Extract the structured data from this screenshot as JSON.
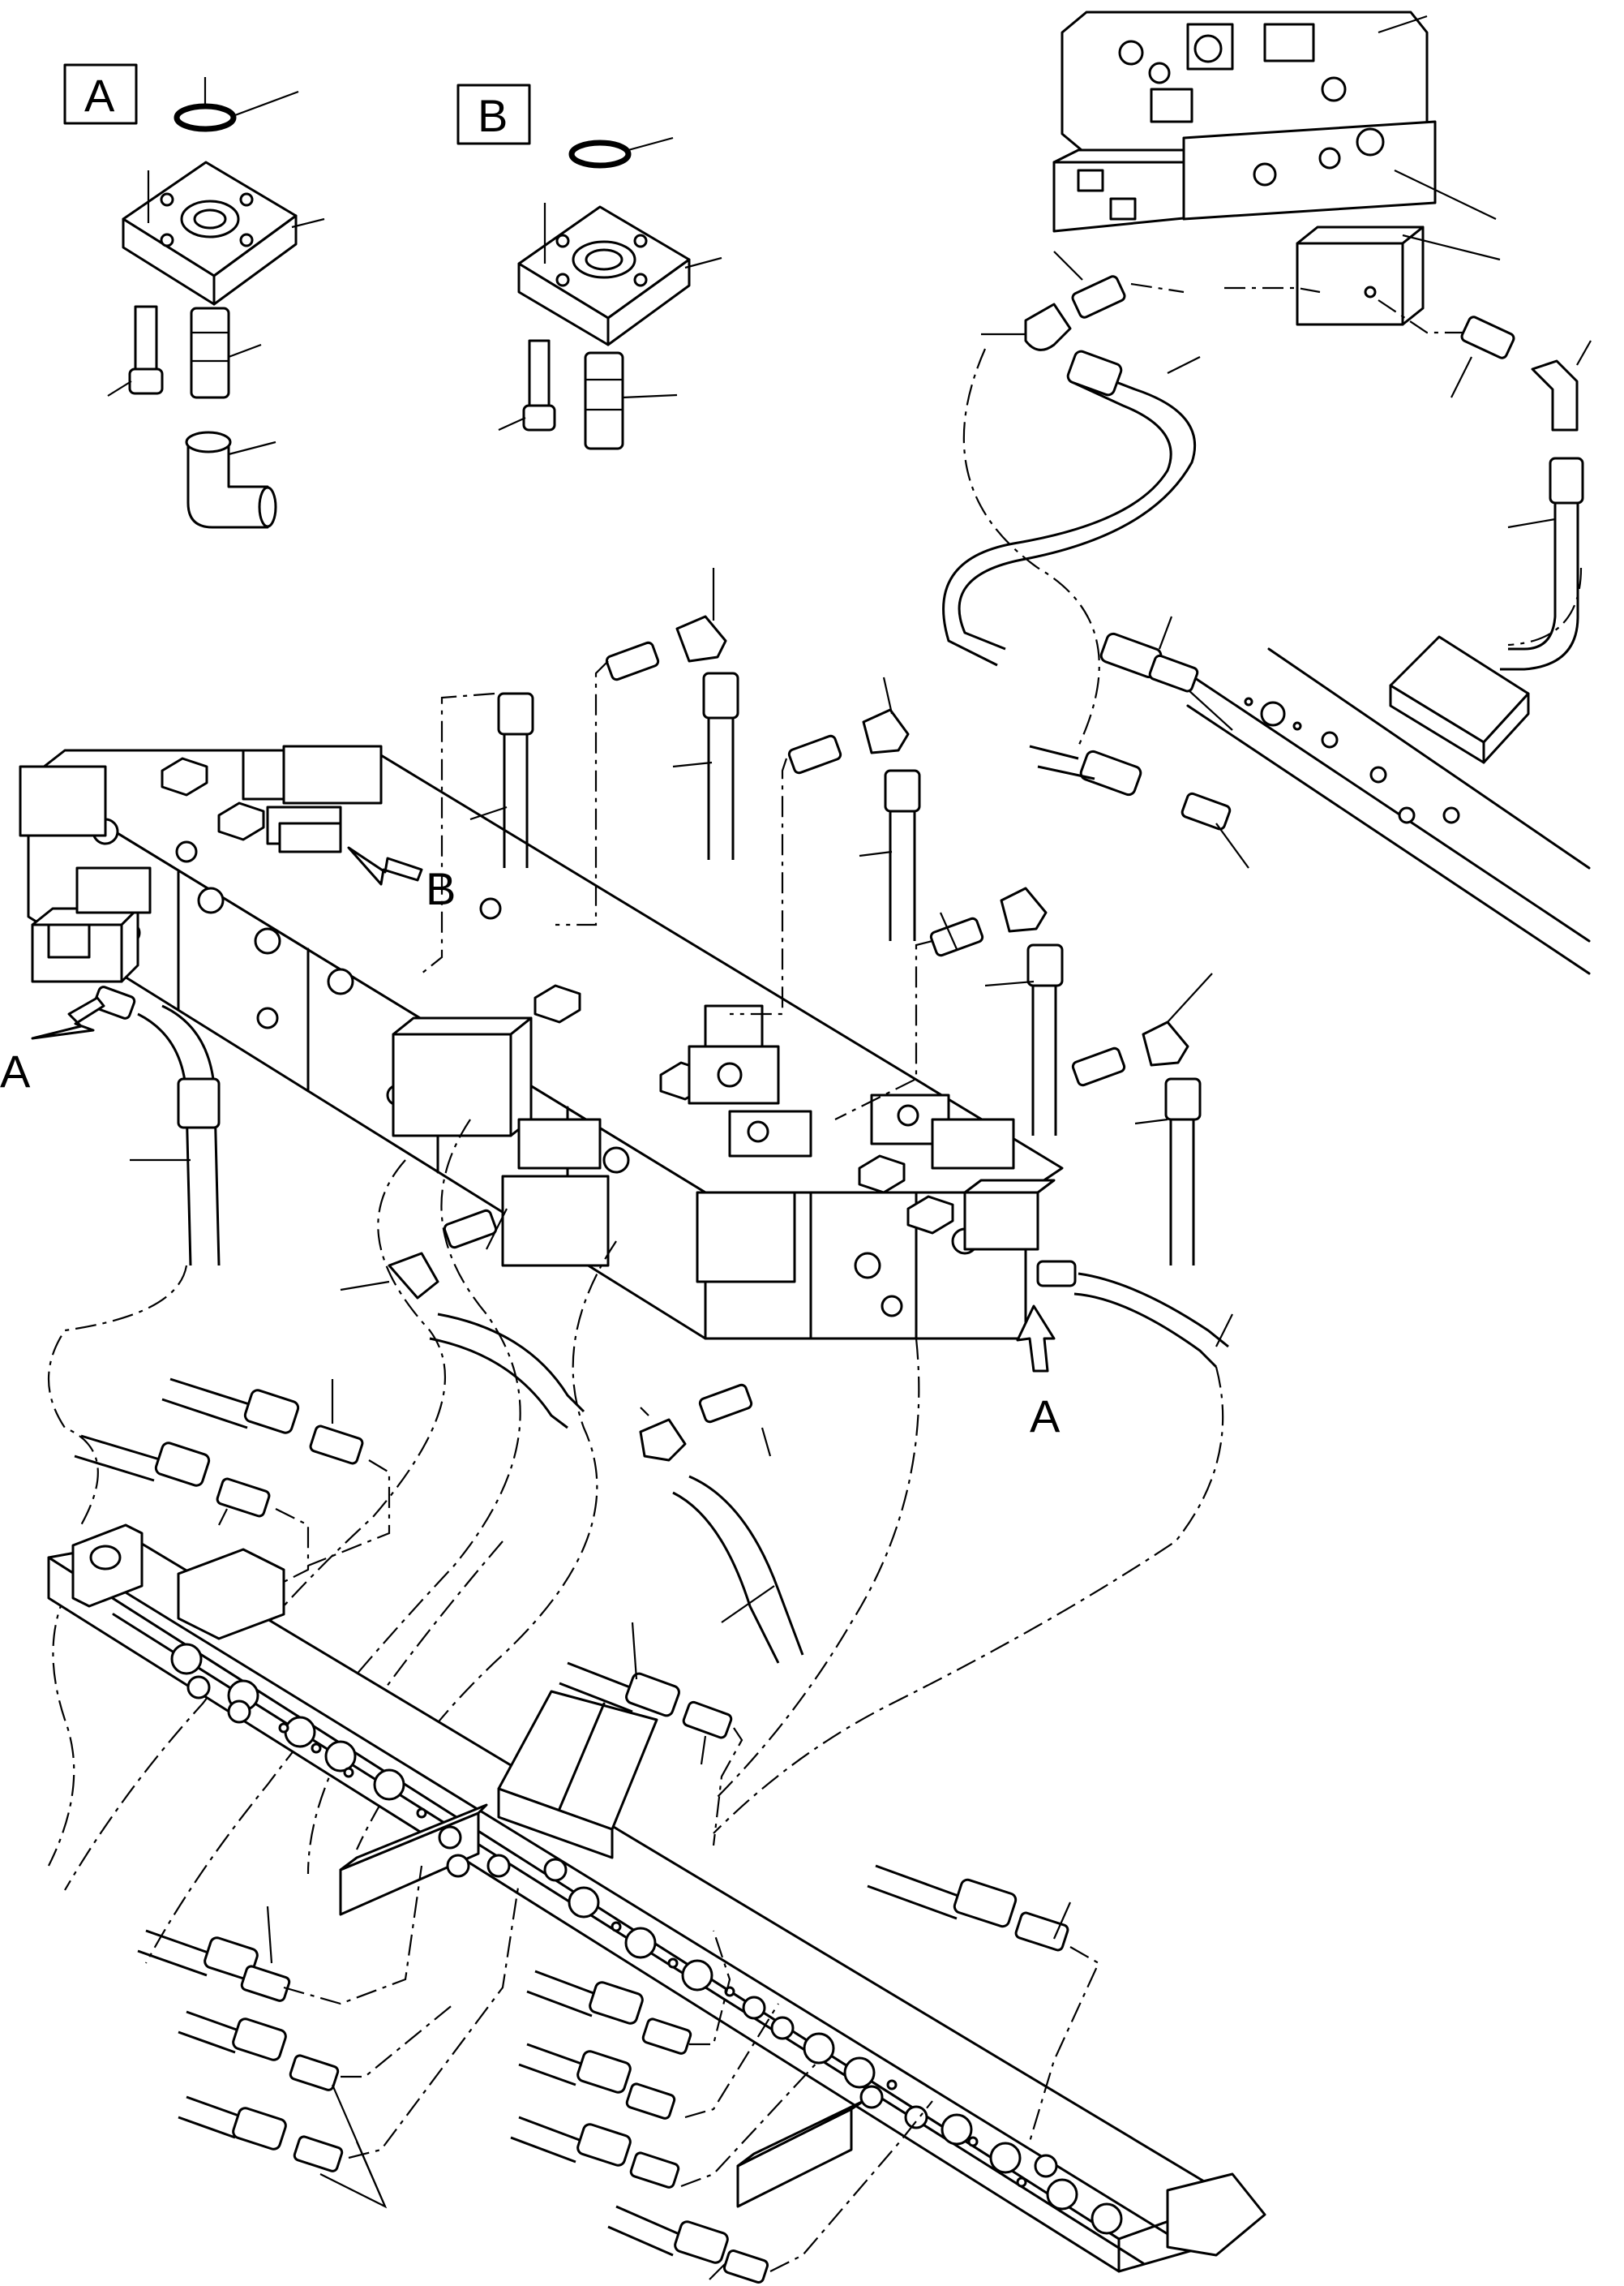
{
  "detail_a": {
    "label": "A"
  },
  "detail_b": {
    "label": "B"
  },
  "view_arrows": {
    "a_left": "A",
    "b_upper": "B",
    "a_right": "A"
  }
}
